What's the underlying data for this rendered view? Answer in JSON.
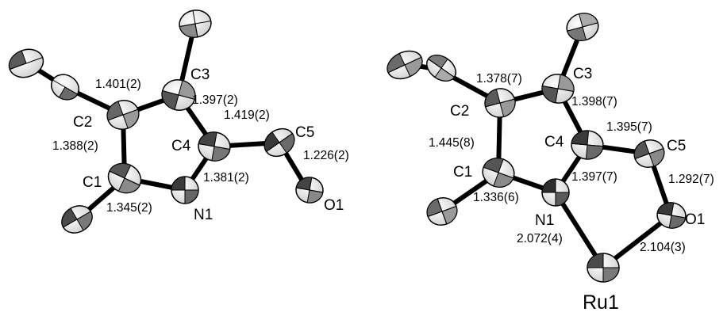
{
  "molecules": [
    {
      "atom_labels": {
        "C1": "C1",
        "C2": "C2",
        "C3": "C3",
        "C4": "C4",
        "C5": "C5",
        "N1": "N1",
        "O1": "O1"
      },
      "bond_lengths": {
        "C2_C3": "1.401(2)",
        "C3_C4": "1.397(2)",
        "C4_C5": "1.419(2)",
        "C1_C2": "1.388(2)",
        "C5_O1": "1.226(2)",
        "C4_N1": "1.381(2)",
        "C1_N1": "1.345(2)"
      }
    },
    {
      "atom_labels": {
        "C1": "C1",
        "C2": "C2",
        "C3": "C3",
        "C4": "C4",
        "C5": "C5",
        "N1": "N1",
        "O1": "O1",
        "Ru1": "Ru1"
      },
      "bond_lengths": {
        "C2_C3": "1.378(7)",
        "C3_C4": "1.398(7)",
        "C4_C5": "1.395(7)",
        "C1_C2": "1.445(8)",
        "C5_O1": "1.292(7)",
        "C4_N1": "1.397(7)",
        "C1_N1": "1.336(6)",
        "N1_Ru1": "2.072(4)",
        "O1_Ru1": "2.104(3)"
      }
    }
  ]
}
